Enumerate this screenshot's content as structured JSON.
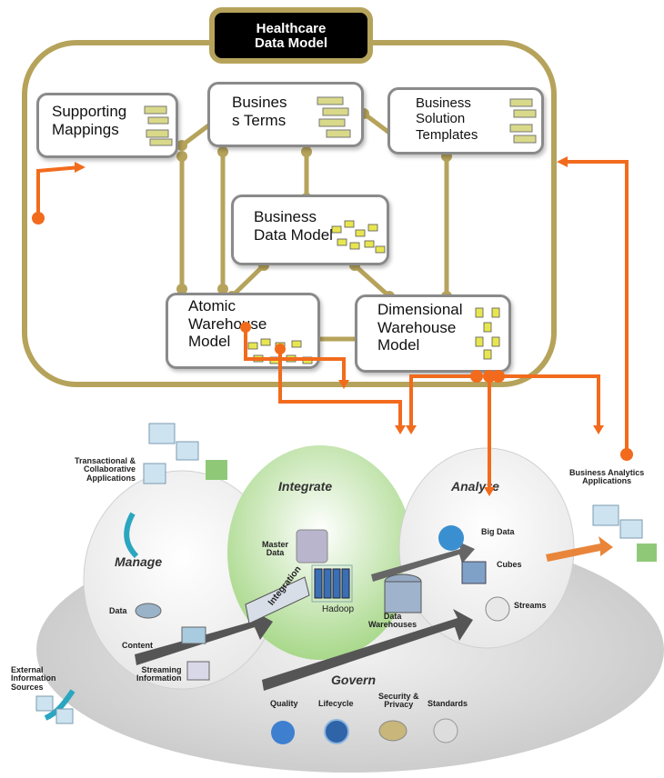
{
  "title": {
    "line1": "Healthcare",
    "line2": "Data Model"
  },
  "models": {
    "supporting": {
      "line1": "Supporting",
      "line2": "Mappings"
    },
    "terms": {
      "line1": "Busines",
      "line2": "s Terms"
    },
    "solutions": {
      "line1": "Business",
      "line2": "Solution",
      "line3": "Templates"
    },
    "bdm": {
      "line1": "Business",
      "line2": "Data Model"
    },
    "atomic": {
      "line1": "Atomic",
      "line2": "Warehouse",
      "line3": "Model"
    },
    "dimensional": {
      "line1": "Dimensional",
      "line2": "Warehouse",
      "line3": "Model"
    }
  },
  "ecosystem": {
    "transactional": {
      "line1": "Transactional &",
      "line2": "Collaborative",
      "line3": "Applications"
    },
    "business_analytics": {
      "line1": "Business Analytics",
      "line2": "Applications"
    },
    "manage": "Manage",
    "integrate": "Integrate",
    "analyze": "Analyze",
    "govern": "Govern",
    "master_data": {
      "line1": "Master",
      "line2": "Data"
    },
    "data": "Data",
    "content": "Content",
    "streaming": {
      "line1": "Streaming",
      "line2": "Information"
    },
    "hadoop": "Hadoop",
    "data_warehouses": {
      "line1": "Data",
      "line2": "Warehouses"
    },
    "big_data": "Big Data",
    "cubes": "Cubes",
    "streams": "Streams",
    "external": {
      "line1": "External",
      "line2": "Information",
      "line3": "Sources"
    },
    "quality": "Quality",
    "lifecycle": "Lifecycle",
    "security": {
      "line1": "Security &",
      "line2": "Privacy"
    },
    "standards": "Standards",
    "integration_banner": "Integration"
  },
  "colors": {
    "gold": "#b6a35b",
    "orange": "#f26b1d",
    "green": "#b9dc9a",
    "gray": "#8a8a8a"
  }
}
